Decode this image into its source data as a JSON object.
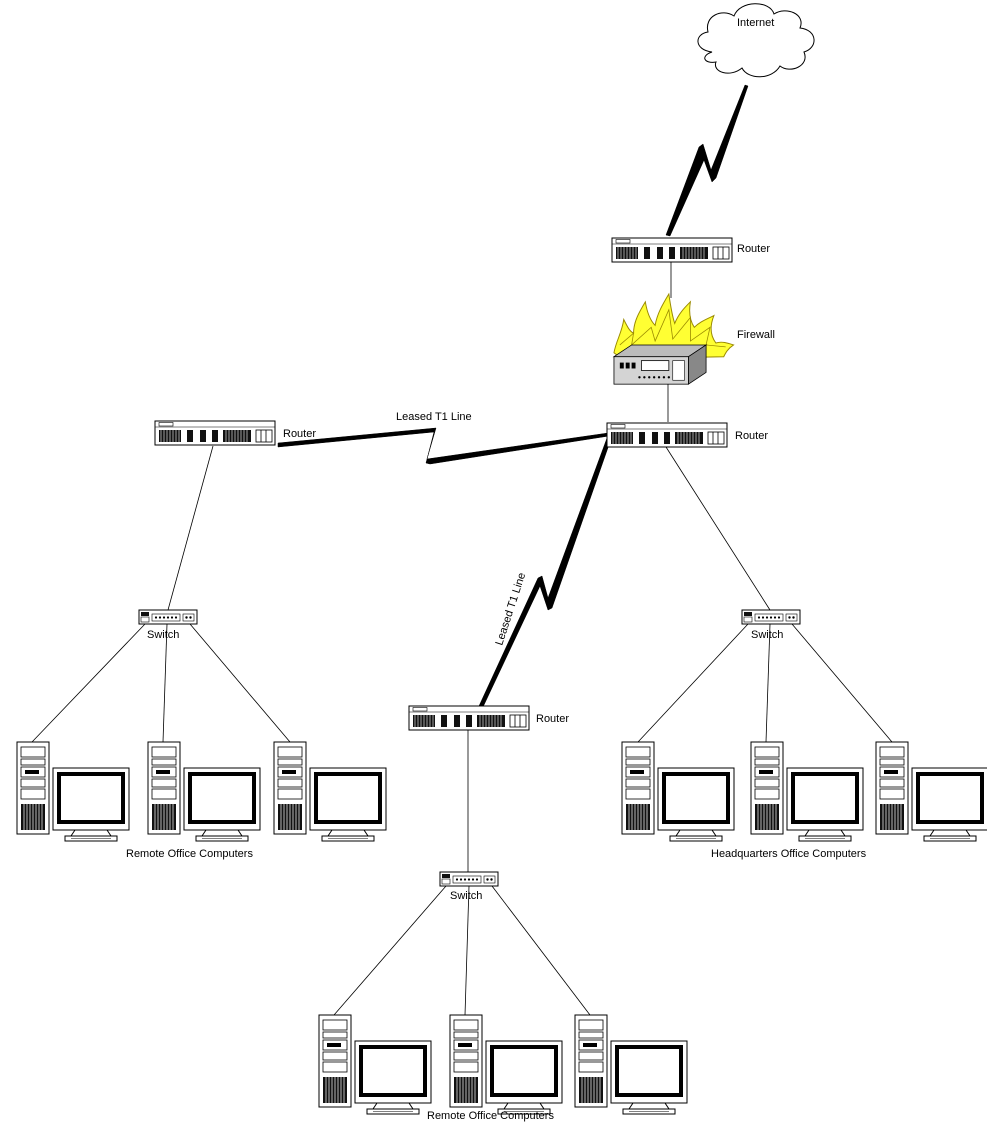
{
  "labels": {
    "internet": "Internet",
    "router": "Router",
    "firewall": "Firewall",
    "switch": "Switch",
    "leased_t1": "Leased T1 Line",
    "remote_computers": "Remote Office Computers",
    "hq_computers": "Headquarters Office Computers"
  },
  "icons": {
    "cloud": "cloud-icon",
    "router": "router-icon",
    "firewall": "firewall-icon",
    "switch": "switch-icon",
    "computer": "computer-icon"
  },
  "colors": {
    "line": "#000000",
    "flame": "#ffff33",
    "flame_edge": "#b3a400",
    "device_fill": "#ffffff",
    "firewall_body": "#c8c8c8"
  }
}
